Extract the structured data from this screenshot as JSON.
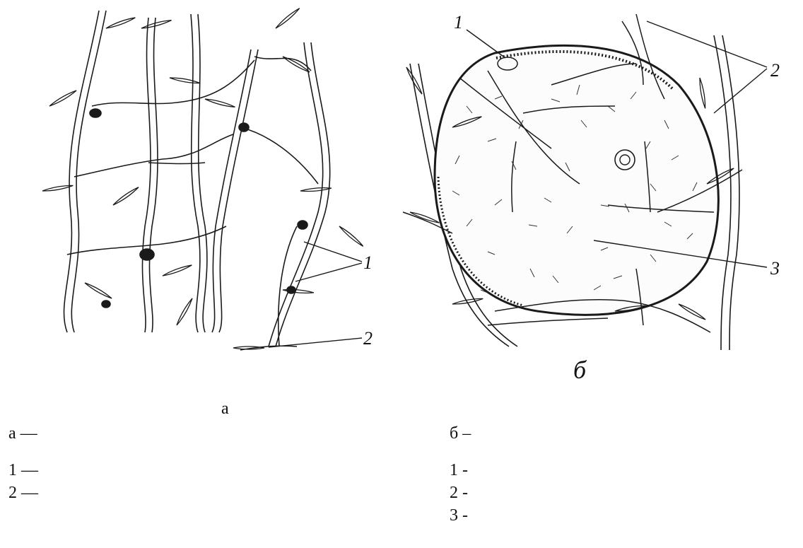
{
  "figure_a": {
    "callouts": [
      "1",
      "2"
    ]
  },
  "figure_b": {
    "panel_letter": "б",
    "callouts": [
      "1",
      "2",
      "3"
    ]
  },
  "caption_a_letter": "а",
  "legend_left": [
    "а —",
    "1 —",
    "2 —"
  ],
  "legend_right": [
    "б –",
    "1 -",
    "2 -",
    "3 -"
  ]
}
